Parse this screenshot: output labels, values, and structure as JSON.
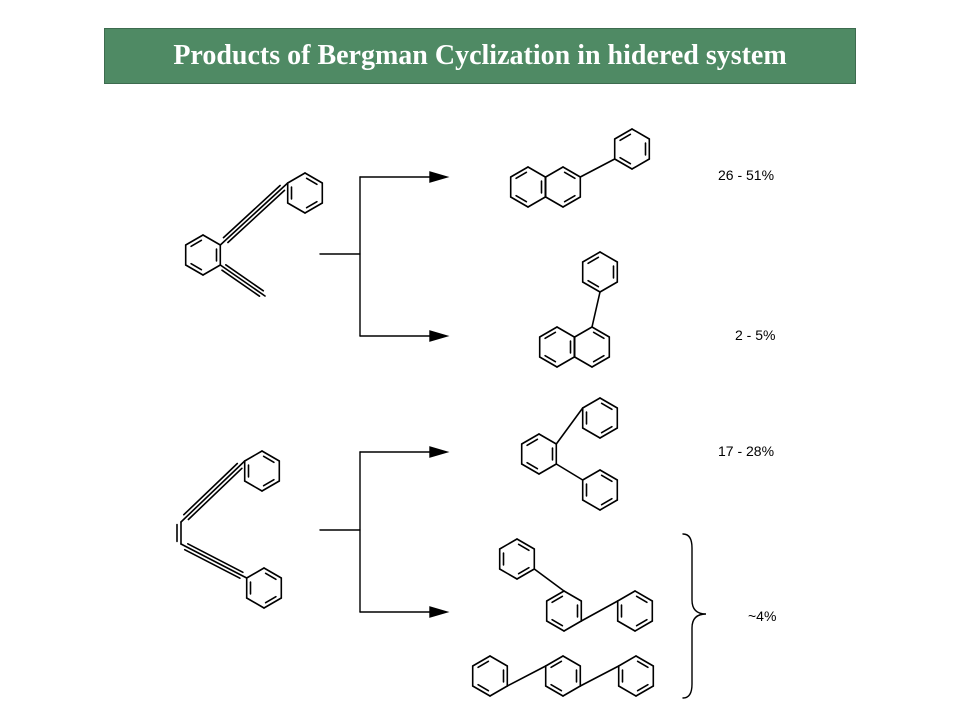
{
  "title": "Products of Bergman Cyclization in hidered system",
  "yields": [
    "26 - 51%",
    "2 - 5%",
    "17 - 28%",
    "~4%"
  ],
  "colors": {
    "banner": "#4f8a64",
    "banner_border": "#3d6b4f",
    "title_text": "#ffffff",
    "line": "#000000",
    "background": "#ffffff"
  }
}
